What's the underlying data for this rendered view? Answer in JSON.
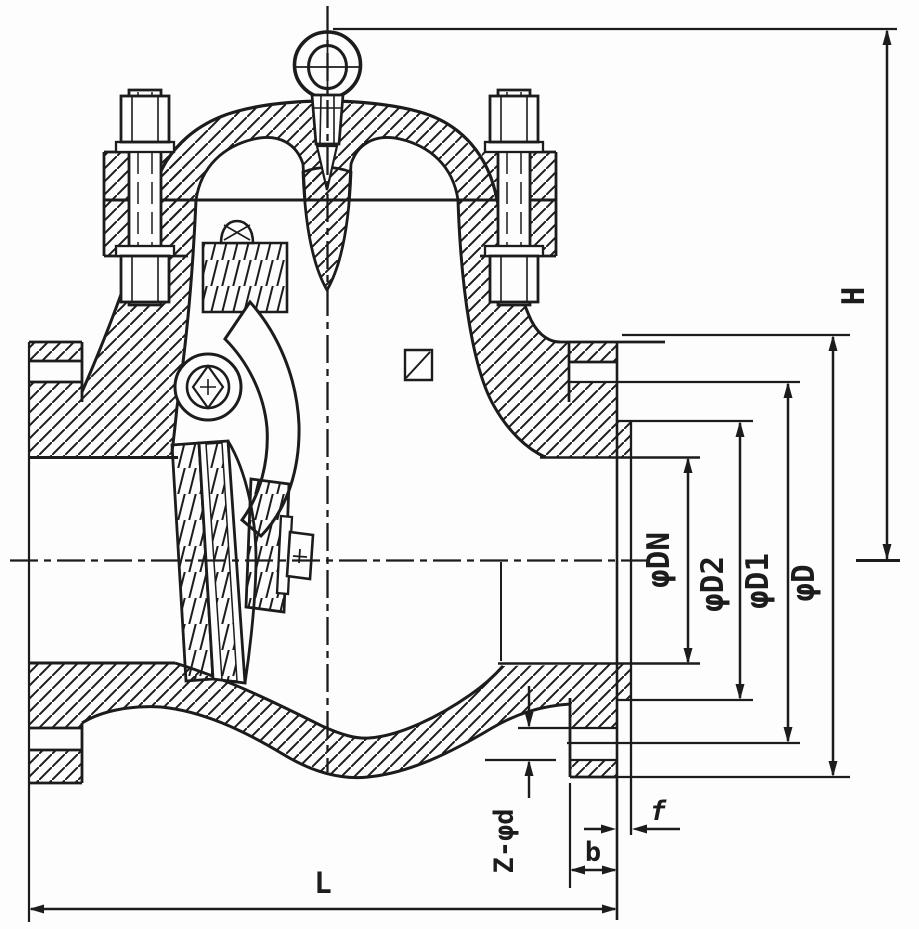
{
  "drawing": {
    "title": "Swing check valve sectional drawing",
    "background": "#fdfdfd",
    "line_color": "#1c1c1c",
    "labels": {
      "overall_height": "H",
      "nominal_bore": "φDN",
      "raised_face_diameter": "φD2",
      "bolt_circle_diameter": "φD1",
      "flange_outer_diameter": "φD",
      "bolt_holes": "Z-φd",
      "flange_thickness": "b",
      "raised_face_height": "f",
      "face_to_face_length": "L"
    }
  }
}
